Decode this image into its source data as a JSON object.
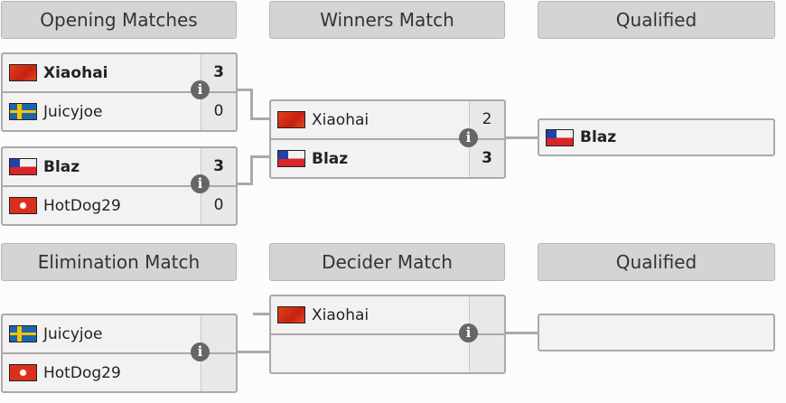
{
  "headers": {
    "opening": "Opening Matches",
    "winners": "Winners Match",
    "qualified1": "Qualified",
    "elimination": "Elimination Match",
    "decider": "Decider Match",
    "qualified2": "Qualified"
  },
  "opening1": {
    "p1": {
      "name": "Xiaohai",
      "flag": "china",
      "score": "3"
    },
    "p2": {
      "name": "Juicyjoe",
      "flag": "sweden",
      "score": "0"
    }
  },
  "opening2": {
    "p1": {
      "name": "Blaz",
      "flag": "chile",
      "score": "3"
    },
    "p2": {
      "name": "HotDog29",
      "flag": "hong-kong",
      "score": "0"
    }
  },
  "winners": {
    "p1": {
      "name": "Xiaohai",
      "flag": "china",
      "score": "2"
    },
    "p2": {
      "name": "Blaz",
      "flag": "chile",
      "score": "3"
    }
  },
  "qualified1": {
    "name": "Blaz",
    "flag": "chile"
  },
  "elimination": {
    "p1": {
      "name": "Juicyjoe",
      "flag": "sweden"
    },
    "p2": {
      "name": "HotDog29",
      "flag": "hong-kong"
    }
  },
  "decider": {
    "p1": {
      "name": "Xiaohai",
      "flag": "china"
    }
  },
  "info_icon": "i"
}
